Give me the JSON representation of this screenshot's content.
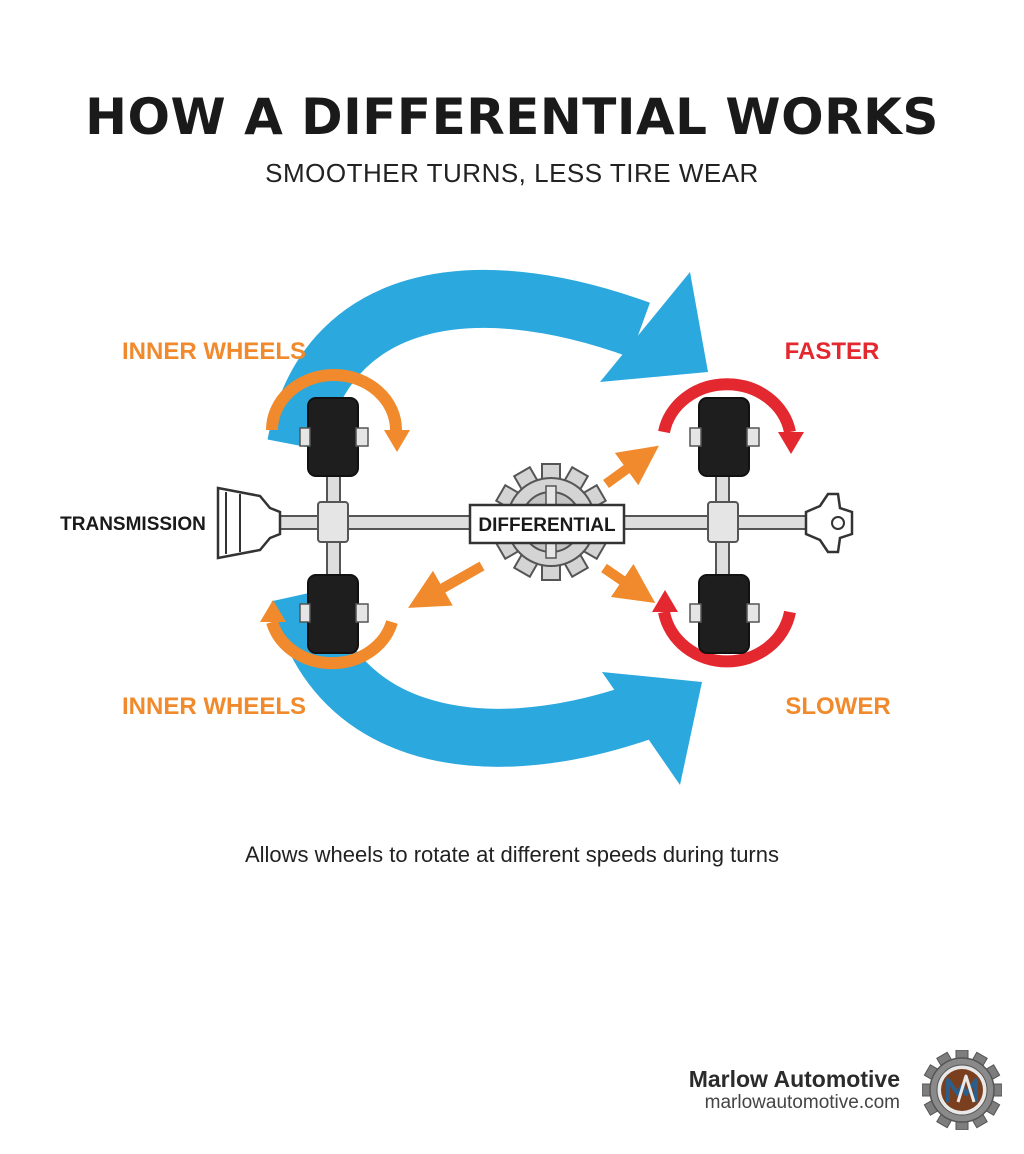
{
  "header": {
    "title": "HOW A DIFFERENTIAL WORKS",
    "subtitle": "SMOOTHER TURNS, LESS TIRE WEAR"
  },
  "diagram": {
    "labels": {
      "inner_top": "INNER WHEELS",
      "inner_bottom": "INNER WHEELS",
      "faster": "FASTER",
      "slower": "SLOWER",
      "transmission": "TRANSMISSION",
      "differential": "DIFFERENTIAL"
    },
    "colors": {
      "flow_arrow": "#2ba8de",
      "inner_rotation": "#f08a2c",
      "outer_rotation": "#e4282f",
      "power_arrow": "#f08a2c",
      "tire": "#1e1e1e",
      "axle": "#d9d9d9"
    }
  },
  "caption": "Allows wheels to rotate at different speeds during turns",
  "brand": {
    "name": "Marlow Automotive",
    "url": "marlowautomotive.com",
    "logo_icon": "gear-badge-icon"
  }
}
